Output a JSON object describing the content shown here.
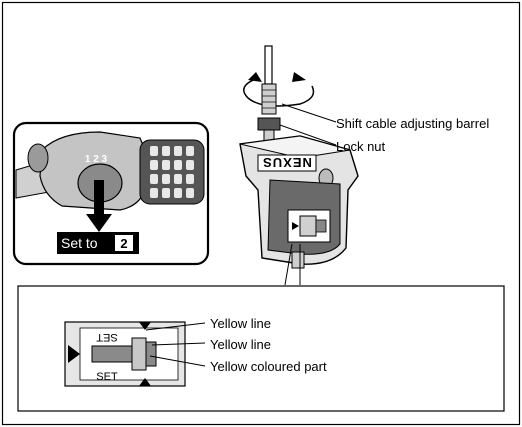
{
  "labels": {
    "adjusting_barrel": "Shift cable adjusting barrel",
    "lock_nut": "Lock nut",
    "yellow_line_1": "Yellow line",
    "yellow_line_2": "Yellow line",
    "yellow_part": "Yellow coloured part"
  },
  "shifter": {
    "dial_numbers": "1 2 3",
    "set_label": "Set to",
    "set_value": "2"
  },
  "hub": {
    "brand": "NEXUS"
  },
  "inset": {
    "set_top": "SET",
    "set_bottom": "SET"
  }
}
